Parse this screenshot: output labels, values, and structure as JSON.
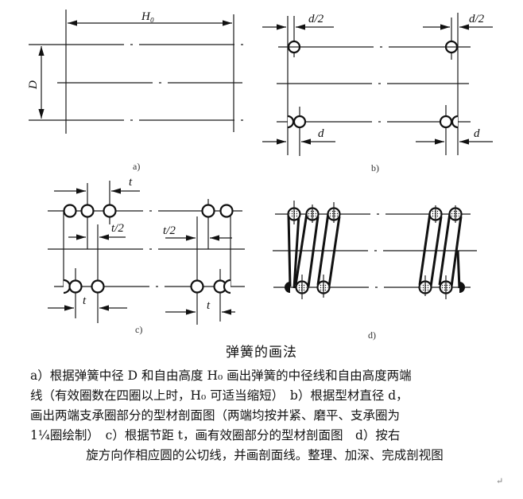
{
  "figure": {
    "panels": [
      {
        "id": "a",
        "label": "a)",
        "dims": {
          "height": "H₀",
          "diameter": "D"
        }
      },
      {
        "id": "b",
        "label": "b)",
        "dims": {
          "top_left": "d/2",
          "top_right": "d/2",
          "bottom_left": "d",
          "bottom_right": "d"
        }
      },
      {
        "id": "c",
        "label": "c)",
        "dims": {
          "top_pitch": "t",
          "half_pitch_left": "t/2",
          "half_pitch_right": "t/2",
          "bottom_left_pitch": "t",
          "bottom_right_pitch": "t"
        }
      },
      {
        "id": "d",
        "label": "d)"
      }
    ]
  },
  "title": "弹簧的画法",
  "caption": {
    "line1": "a）根据弹簧中径 D 和自由高度 H₀ 画出弹簧的中径线和自由高度两端",
    "line2": "线（有效圈数在四圈以上时，H₀ 可适当缩短）　b）根据型材直径 d，",
    "line3": "画出两端支承圈部分的型材剖面图（两端均按并紧、磨平、支承圈为",
    "line4": "1¼圈绘制）　c）根据节距 t，画有效圈部分的型材剖面图　d）按右",
    "line5": "旋方向作相应圆的公切线，并画剖面线。整理、加深、完成剖视图"
  },
  "paragraph_mark": "↵"
}
